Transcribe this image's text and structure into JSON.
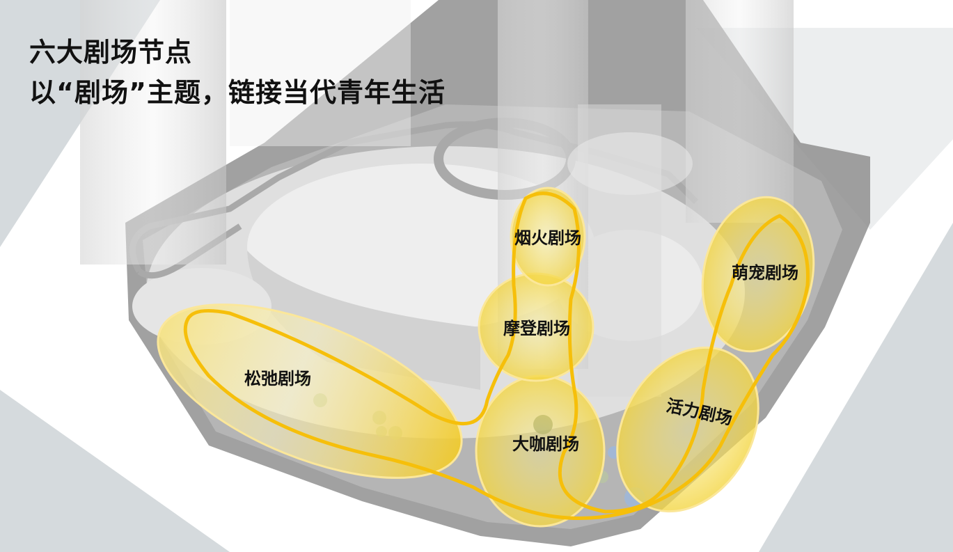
{
  "heading": {
    "line1": "六大剧场节点",
    "line2": "以“剧场”主题，链接当代青年生活"
  },
  "theater_nodes": [
    {
      "id": "smoke",
      "label": "烟火剧场"
    },
    {
      "id": "modern",
      "label": "摩登剧场"
    },
    {
      "id": "pet",
      "label": "萌宠剧场"
    },
    {
      "id": "relax",
      "label": "松弛剧场"
    },
    {
      "id": "coffee",
      "label": "大咖剧场"
    },
    {
      "id": "vitality",
      "label": "活力剧场"
    }
  ],
  "colors": {
    "highlight_fill": "#f3d23c",
    "highlight_stroke": "#fbe79a",
    "path_line": "#f6bf0a",
    "background_gray": "#d5dadd",
    "building_gray": "#c9c9c9",
    "title_text": "#111111"
  }
}
